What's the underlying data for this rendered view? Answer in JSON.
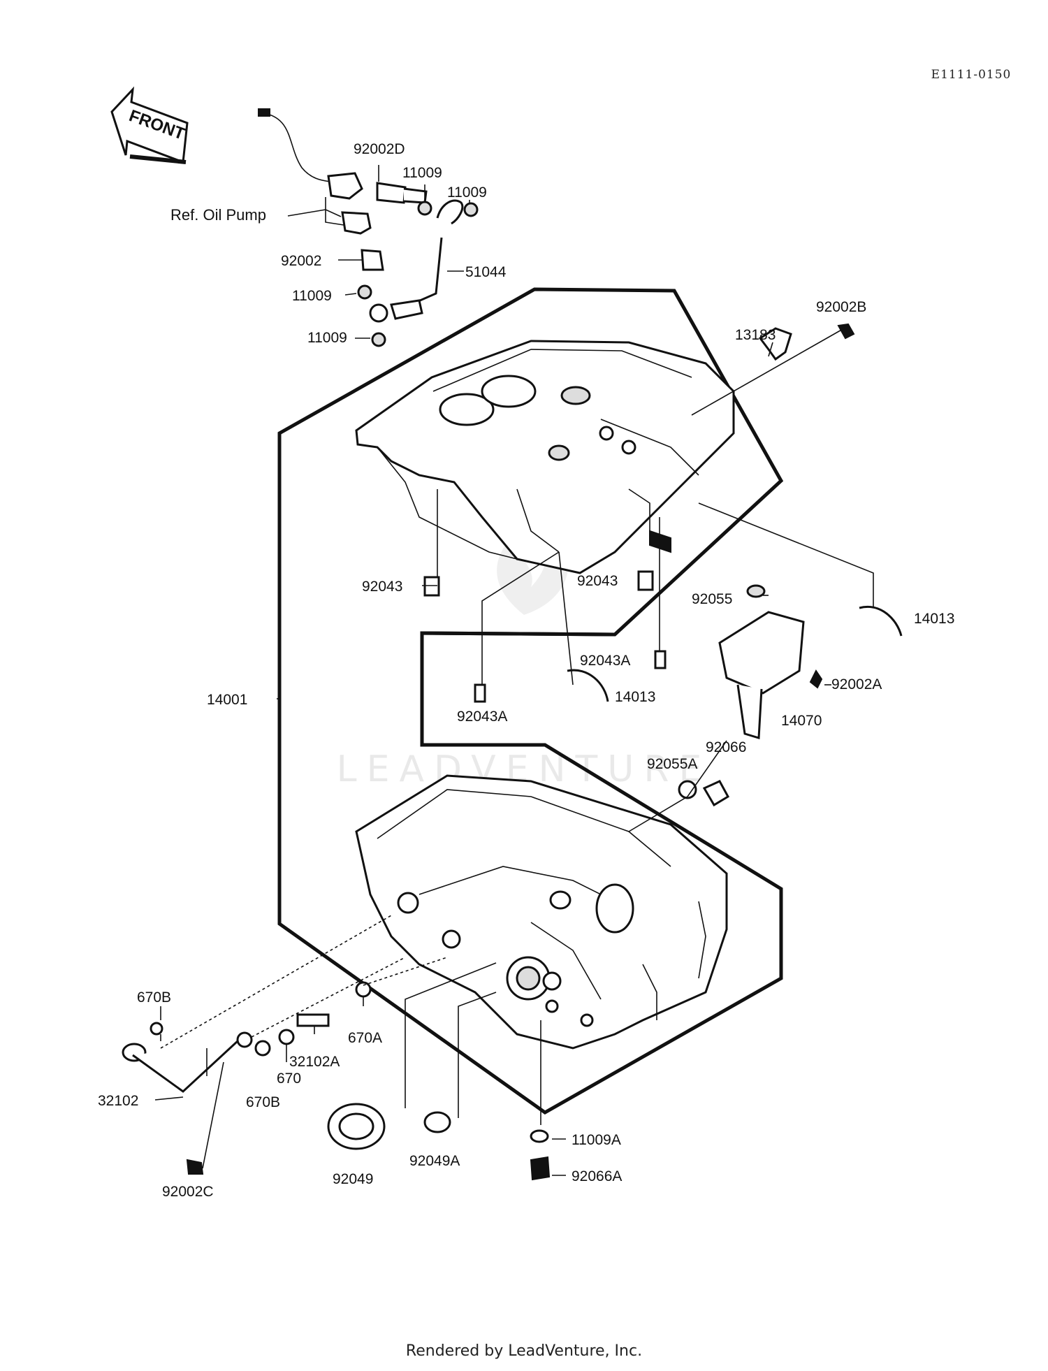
{
  "diagram_code": "E1111-0150",
  "front_arrow_label": "FRONT",
  "ref_note": "Ref. Oil Pump",
  "watermark_text": "LEADVENTURE",
  "footer_text": "Rendered by LeadVenture, Inc.",
  "callouts": {
    "p92002D": "92002D",
    "p11009_a": "11009",
    "p11009_b": "11009",
    "p92002": "92002",
    "p51044": "51044",
    "p11009_c": "11009",
    "p11009_d": "11009",
    "p92002B": "92002B",
    "p13183": "13183",
    "p92043_left": "92043",
    "p92043_right": "92043",
    "p92055": "92055",
    "p14013_right": "14013",
    "p14001": "14001",
    "p92043A_right": "92043A",
    "p92002A": "92002A",
    "p92043A_left": "92043A",
    "p14013_center": "14013",
    "p14070": "14070",
    "p92066": "92066",
    "p92055A": "92055A",
    "p670B_top": "670B",
    "p670A": "670A",
    "p32102A": "32102A",
    "p670": "670",
    "p32102": "32102",
    "p670B_bottom": "670B",
    "p92049": "92049",
    "p92049A": "92049A",
    "p11009A": "11009A",
    "p92066A": "92066A",
    "p92002C": "92002C"
  }
}
